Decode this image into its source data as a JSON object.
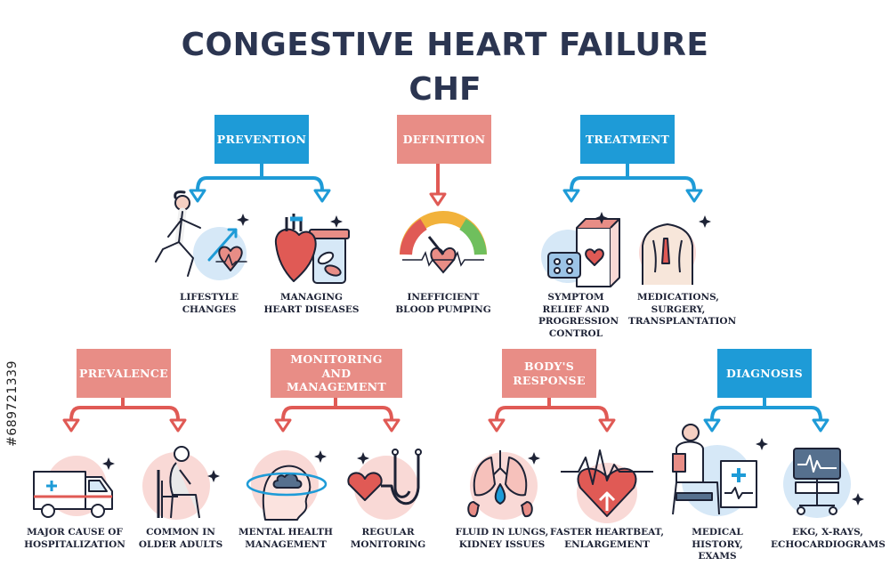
{
  "title_line1": "CONGESTIVE HEART FAILURE",
  "title_line2": "CHF",
  "stock_id": "#689721339",
  "boxes": {
    "prevention": "PREVENTION",
    "definition": "DEFINITION",
    "treatment": "TREATMENT",
    "prevalence": "PREVALENCE",
    "monitoring": "MONITORING\nAND MANAGEMENT",
    "response": "BODY'S\nRESPONSE",
    "diagnosis": "DIAGNOSIS"
  },
  "captions": {
    "lifestyle": "LIFESTYLE\nCHANGES",
    "managing": "MANAGING\nHEART DISEASES",
    "inefficient": "INEFFICIENT\nBLOOD PUMPING",
    "symptom": "SYMPTOM\nRELIEF AND\nPROGRESSION\nCONTROL",
    "medications": "MEDICATIONS,\nSURGERY,\nTRANSPLANTATION",
    "major": "MAJOR CAUSE OF\nHOSPITALIZATION",
    "older": "COMMON IN\nOLDER ADULTS",
    "mental": "MENTAL HEALTH\nMANAGEMENT",
    "regular": "REGULAR\nMONITORING",
    "fluid": "FLUID IN LUNGS,\nKIDNEY ISSUES",
    "faster": "FASTER HEARTBEAT,\nENLARGEMENT",
    "medical": "MEDICAL HISTORY,\nEXAMS",
    "ekg": "EKG, X-RAYS,\nECHOCARDIOGRAMS"
  },
  "colors": {
    "blue": "#1e9bd7",
    "pink": "#e88d86",
    "arrow_blue": "#1e9bd7",
    "arrow_red": "#e05a55",
    "light_blue": "#d6e8f7",
    "light_pink": "#f9d9d6",
    "dark_text": "#2b3551"
  }
}
